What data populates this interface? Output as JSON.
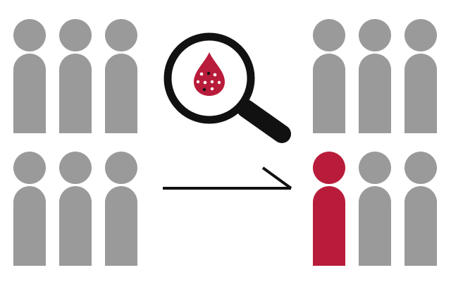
{
  "colors": {
    "background": "#ffffff",
    "person_default": "#9a9a9a",
    "person_highlight": "#b81c3a",
    "magnifier_frame": "#111111",
    "drop": "#b81c3a",
    "cell_white": "#ffffff",
    "cell_dark": "#111111",
    "arrow": "#111111"
  },
  "icons": {
    "person": "person-icon",
    "magnifier": "magnifying-glass-icon",
    "drop": "blood-drop-icon",
    "arrow": "arrow-icon"
  },
  "groups": {
    "left": {
      "rows": 2,
      "columns": 3,
      "highlighted_index": null
    },
    "right": {
      "rows": 2,
      "columns": 3,
      "highlighted_index": 3
    }
  }
}
